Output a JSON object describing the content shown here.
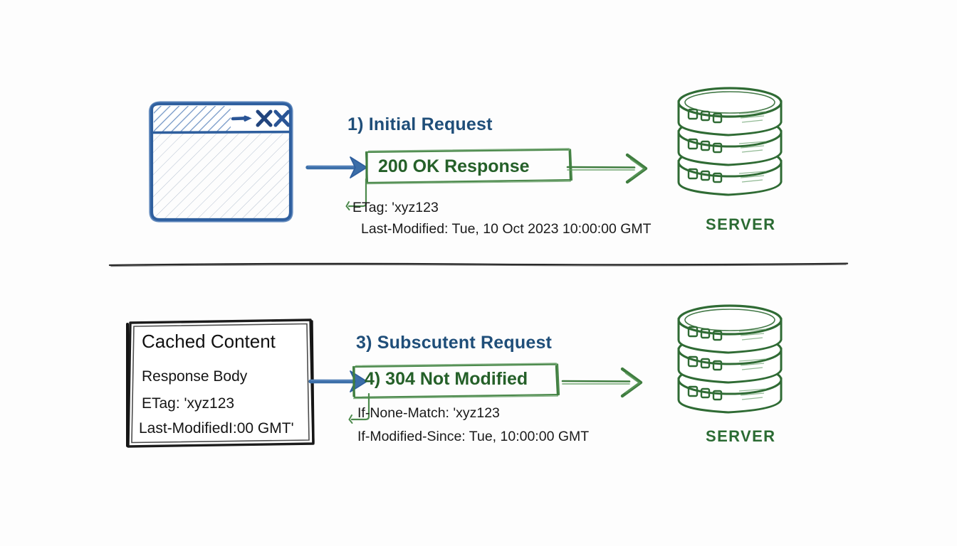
{
  "meta": {
    "background_color": "#fdfdfd",
    "blue": "#1f4e79",
    "blue_sketch": "#3b6ea8",
    "green": "#256029",
    "green_sketch": "#3f7d3f",
    "black": "#1a1a1a"
  },
  "section_top": {
    "step_title": "1) Initial Request",
    "response_label": "200 OK Response",
    "headers": [
      "ETag: 'xyz123",
      "Last-Modified: Tue, 10 Oct 2023 10:00:00 GMT"
    ],
    "server_label": "SERVER"
  },
  "section_bottom": {
    "step_title": "3) Subscutent Request",
    "response_label": "4) 304 Not Modified",
    "headers": [
      "If-None-Match: 'xyz123",
      "If-Modified-Since: Tue, 10:00:00 GMT"
    ],
    "server_label": "SERVER",
    "cache_box": {
      "title": "Cached Content",
      "lines": [
        "Response Body",
        "ETag: 'xyz123",
        "Last-ModifiedI:00 GMT'"
      ]
    }
  },
  "icons": {
    "browser_window": "browser-window-icon",
    "minimize": "minimize-icon",
    "close": "close-icon",
    "server_stack": "server-stack-icon",
    "arrow_right": "arrow-right-icon",
    "elbow_connector": "elbow-connector-icon",
    "divider": "horizontal-divider"
  }
}
